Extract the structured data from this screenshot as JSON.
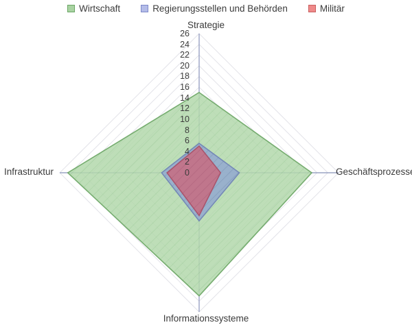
{
  "legend": {
    "position": "top-center",
    "items": [
      {
        "label": "Wirtschaft",
        "fill": "#a9d3a2",
        "stroke": "#6aa564"
      },
      {
        "label": "Regierungsstellen und Behörden",
        "fill": "#b4bce8",
        "stroke": "#7d88c9"
      },
      {
        "label": "Militär",
        "fill": "#ef8a8a",
        "stroke": "#c95f5f"
      }
    ]
  },
  "chart_data": {
    "type": "radar",
    "title": "",
    "categories": [
      "Strategie",
      "Geschäftsprozesse",
      "Informationssysteme",
      "Infrastruktur"
    ],
    "series": [
      {
        "name": "Wirtschaft",
        "values": [
          15,
          21,
          23,
          24.5
        ],
        "fill": "#a9d3a2",
        "stroke": "#6aa564"
      },
      {
        "name": "Regierungsstellen und Behörden",
        "values": [
          5.5,
          7.5,
          9,
          7
        ],
        "fill": "#8fa6cf",
        "stroke": "#6f83b5"
      },
      {
        "name": "Militär",
        "values": [
          5,
          4,
          8,
          6
        ],
        "fill": "#c4687e",
        "stroke": "#a84f66"
      }
    ],
    "radial_axis": {
      "min": 0,
      "max": 26,
      "step": 2,
      "ticks": [
        "0",
        "2",
        "4",
        "6",
        "8",
        "10",
        "12",
        "14",
        "16",
        "18",
        "20",
        "22",
        "24",
        "26"
      ]
    },
    "grid": true,
    "legend_position": "top"
  }
}
